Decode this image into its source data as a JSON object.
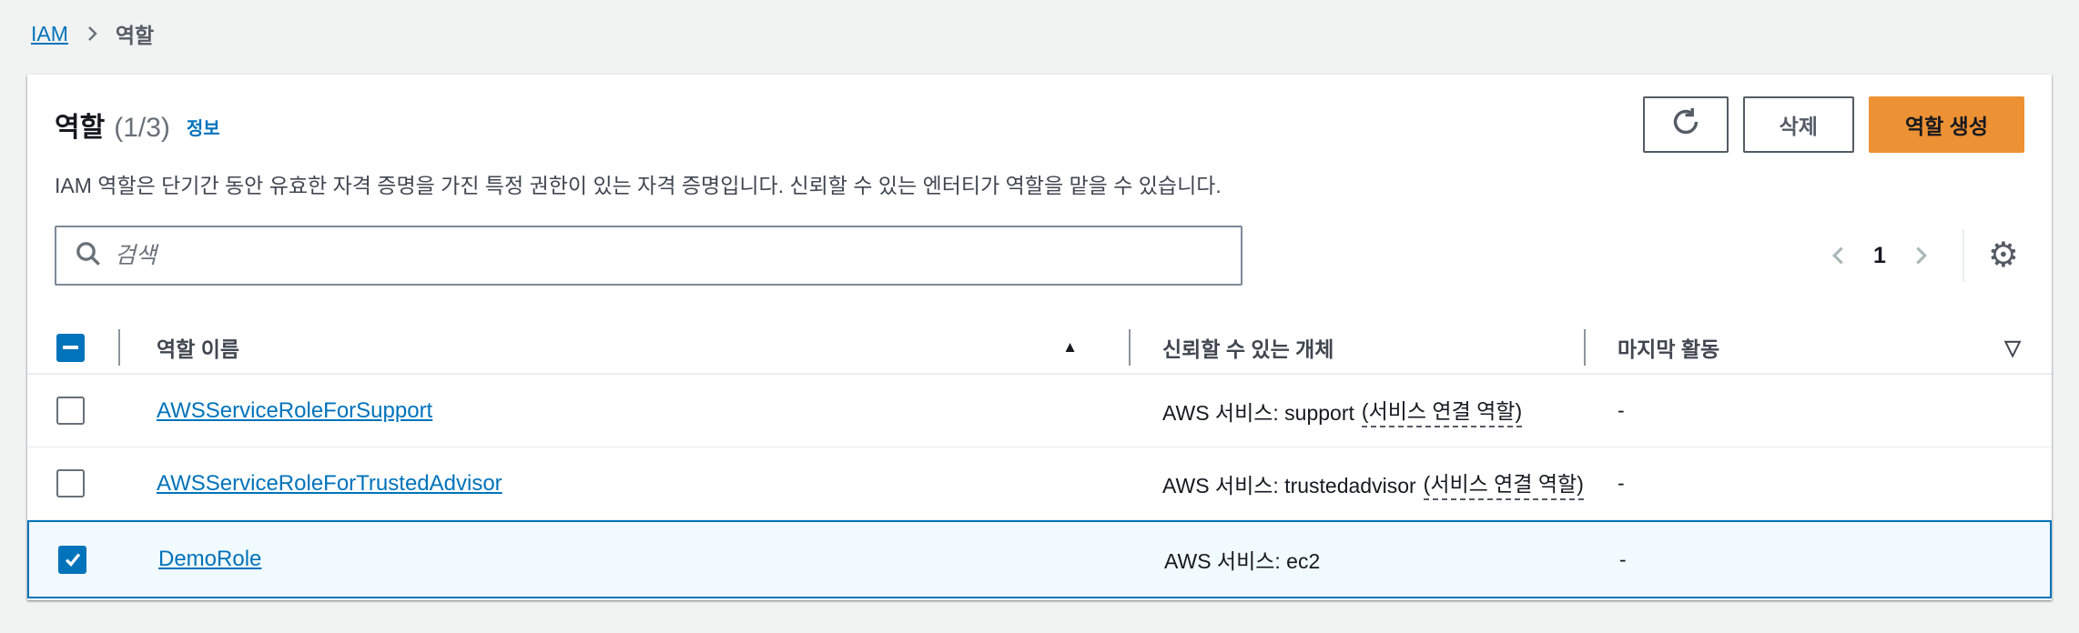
{
  "breadcrumb": {
    "root_label": "IAM",
    "current_label": "역할"
  },
  "header": {
    "title": "역할",
    "count": "(1/3)",
    "info_label": "정보",
    "description": "IAM 역할은 단기간 동안 유효한 자격 증명을 가진 특정 권한이 있는 자격 증명입니다. 신뢰할 수 있는 엔터티가 역할을 맡을 수 있습니다.",
    "delete_label": "삭제",
    "create_label": "역할 생성"
  },
  "toolbar": {
    "search_placeholder": "검색",
    "page_number": "1"
  },
  "icons": {
    "sort_ascending": "▲",
    "filter_down": "▽",
    "gear": "⚙"
  },
  "table": {
    "columns": {
      "role_name": "역할 이름",
      "trusted_entities": "신뢰할 수 있는 개체",
      "last_activity": "마지막 활동"
    },
    "rows": [
      {
        "name": "AWSServiceRoleForSupport",
        "trusted_prefix": "AWS 서비스: support",
        "trusted_suffix": "(서비스 연결 역할)",
        "last_activity": "-"
      },
      {
        "name": "AWSServiceRoleForTrustedAdvisor",
        "trusted_prefix": "AWS 서비스: trustedadvisor",
        "trusted_suffix": "(서비스 연결 역할)",
        "last_activity": "-"
      },
      {
        "name": "DemoRole",
        "trusted_prefix": "AWS 서비스: ec2",
        "trusted_suffix": "",
        "last_activity": "-"
      }
    ]
  },
  "colors": {
    "accent_blue": "#0073bb",
    "primary_orange": "#ec9134",
    "selected_row_bg": "#f1faff"
  }
}
